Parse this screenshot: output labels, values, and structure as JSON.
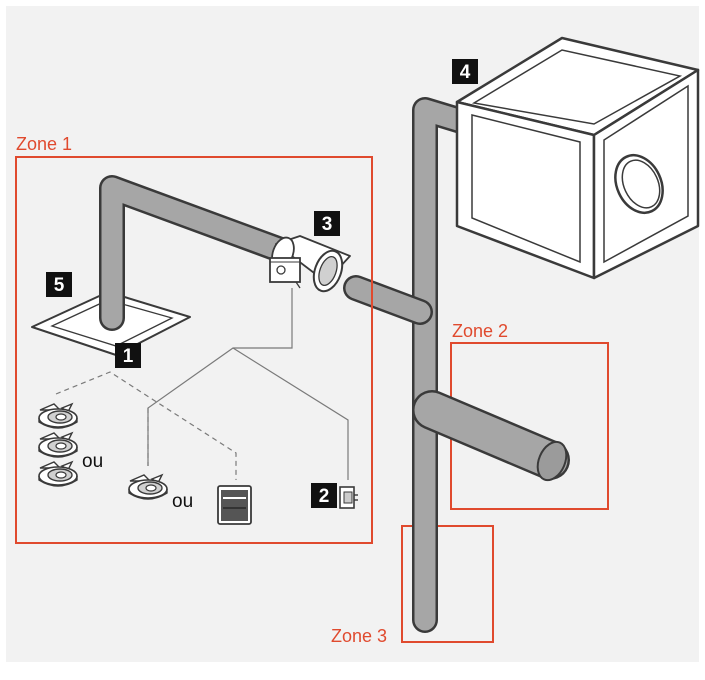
{
  "colors": {
    "background": "#f2f2f2",
    "zone": "#e04a2e",
    "duct": "#a6a6a6",
    "outline": "#3a3a3a",
    "badge": "#111111",
    "badge_text": "#ffffff",
    "wire": "#7a7a7a"
  },
  "zones": [
    {
      "label": "Zone 1"
    },
    {
      "label": "Zone 2"
    },
    {
      "label": "Zone 3"
    }
  ],
  "markers": [
    {
      "number": "1",
      "component": "controls"
    },
    {
      "number": "2",
      "component": "connector"
    },
    {
      "number": "3",
      "component": "motorized-damper"
    },
    {
      "number": "4",
      "component": "air-handling-unit"
    },
    {
      "number": "5",
      "component": "ceiling-diffuser"
    }
  ],
  "options": {
    "or_word_1": "ou",
    "or_word_2": "ou"
  },
  "icons": [
    "detector-icon",
    "wall-thermostat-icon",
    "connector-icon",
    "damper-icon",
    "air-handling-unit-icon",
    "diffuser-icon"
  ]
}
